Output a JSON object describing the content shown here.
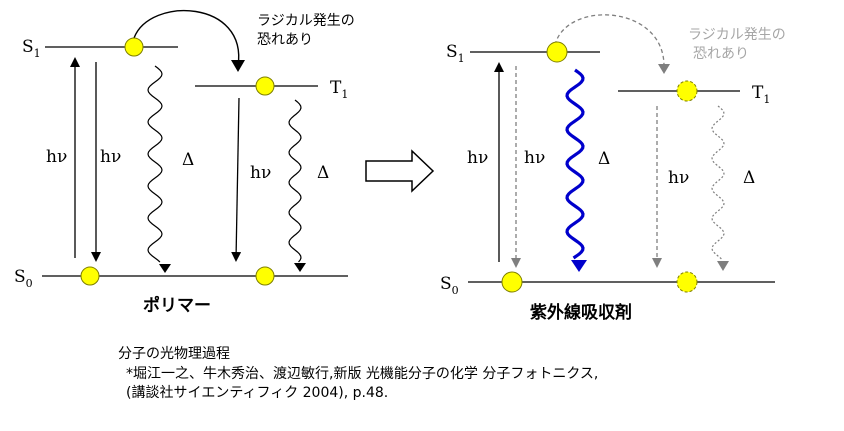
{
  "colors": {
    "line": "#000000",
    "dashed": "#7f7f7f",
    "faded_text": "#a6a6a6",
    "dot_fill": "#ffff00",
    "dot_stroke": "#7f7f00",
    "absorber_wave": "#0000cc"
  },
  "left_diagram": {
    "s1_label": "S",
    "s1_sub": "1",
    "s0_label": "S",
    "s0_sub": "0",
    "t1_label": "T",
    "t1_sub": "1",
    "hv_up": "hν",
    "hv_down": "hν",
    "delta_s1": "Δ",
    "hv_t1": "hν",
    "delta_t1": "Δ",
    "radical_note_line1": "ラジカル発生の",
    "radical_note_line2": "恐れあり",
    "title": "ポリマー"
  },
  "right_diagram": {
    "s1_label": "S",
    "s1_sub": "1",
    "s0_label": "S",
    "s0_sub": "0",
    "t1_label": "T",
    "t1_sub": "1",
    "hv_up": "hν",
    "hv_down": "hν",
    "delta_s1": "Δ",
    "hv_t1": "hν",
    "delta_t1": "Δ",
    "radical_note_line1": "ラジカル発生の",
    "radical_note_line2": "恐れあり",
    "title": "紫外線吸収剤"
  },
  "caption": {
    "line1": "分子の光物理過程",
    "line2": "*堀江一之、牛木秀治、渡辺敏行,新版  光機能分子の化学  分子フォトニクス,",
    "line3": "(講談社サイエンティフィク  2004), p.48."
  }
}
